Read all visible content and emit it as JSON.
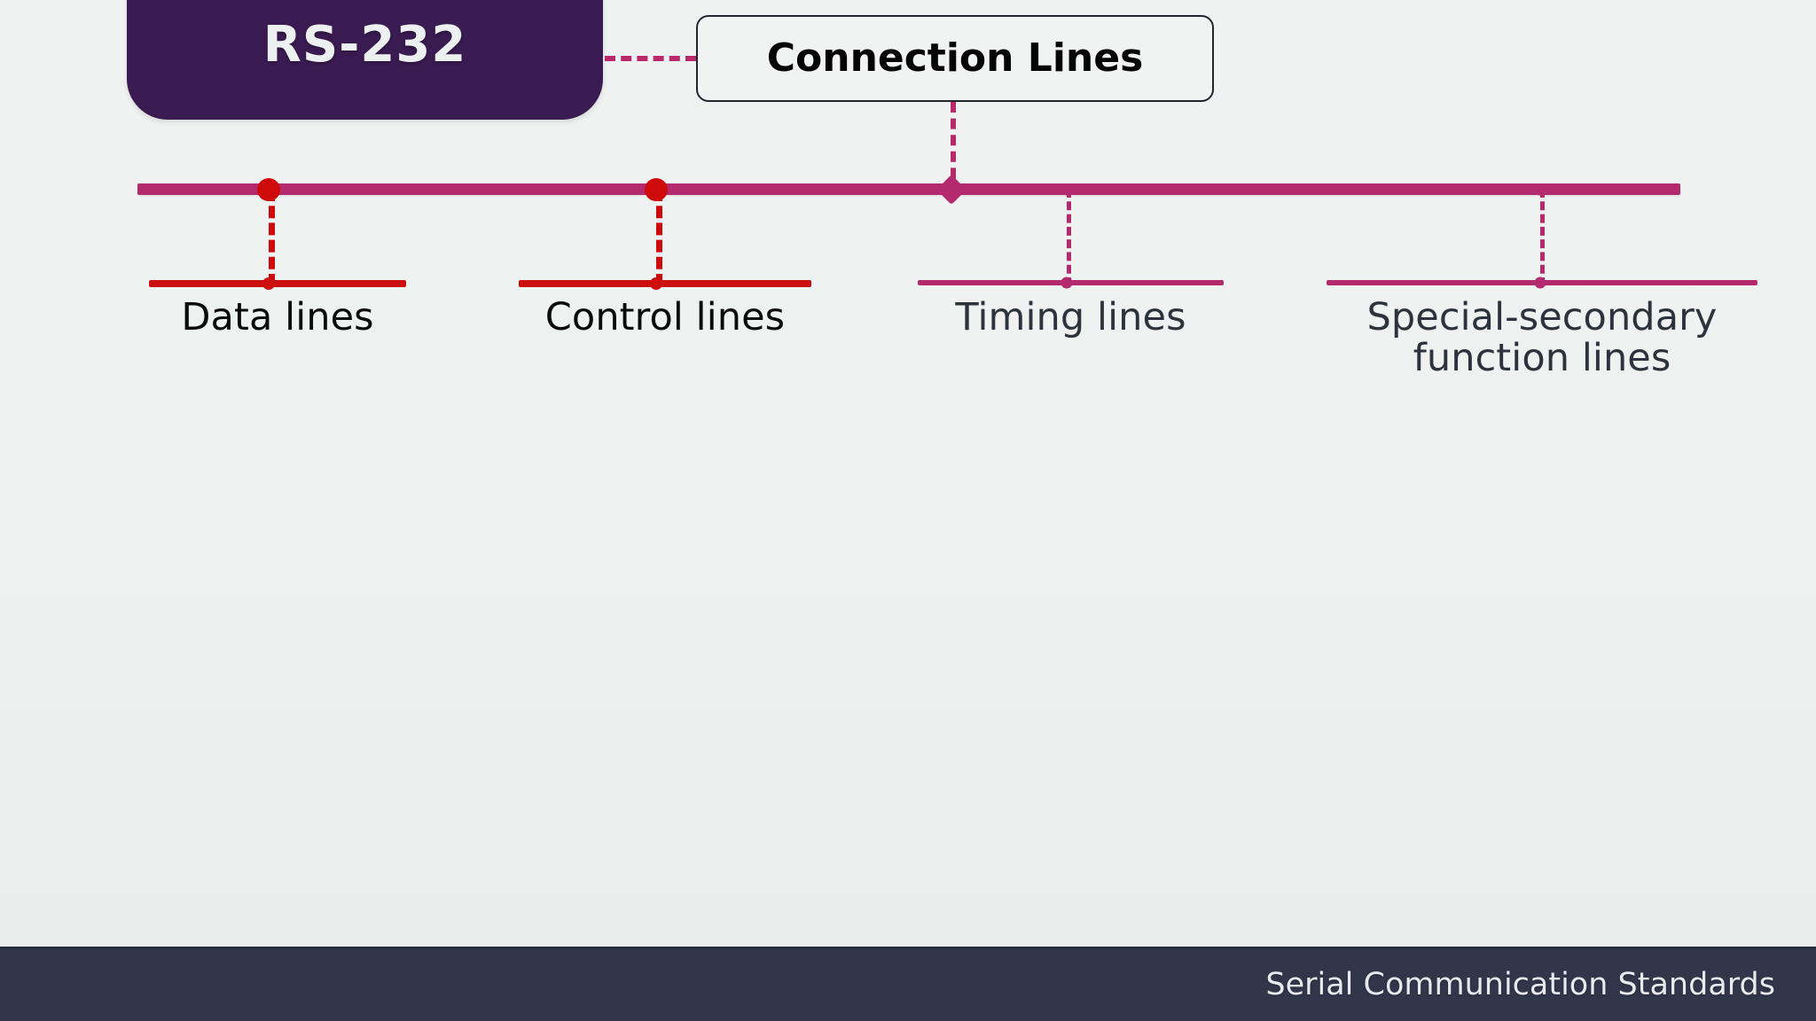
{
  "root": {
    "label": "RS-232",
    "background_color": "#3a1b52",
    "text_color": "#ecf0f1"
  },
  "topic": {
    "label": "Connection Lines",
    "border_color": "#22262c",
    "background_color": "#f1f3f2",
    "text_color": "#050505"
  },
  "spine": {
    "color": "#b32b6e"
  },
  "branches": [
    {
      "label": "Data lines",
      "node_type": "circle-large",
      "node_color": "#cf0a0a",
      "rule_color": "#cc1010",
      "label_color": "#0b0b0b"
    },
    {
      "label": "Control lines",
      "node_type": "circle-large",
      "node_color": "#cf0a0a",
      "rule_color": "#cc1010",
      "label_color": "#0b0b0b"
    },
    {
      "label": "Timing lines",
      "node_type": "circle-small",
      "node_color": "#b32b6e",
      "rule_color": "#b32b6e",
      "label_color": "#2c333d"
    },
    {
      "label": "Special-secondary function lines",
      "node_type": "circle-small",
      "node_color": "#b32b6e",
      "rule_color": "#b32b6e",
      "label_color": "#2c333d"
    }
  ],
  "footer": {
    "text": "Serial Communication Standards",
    "background_color": "#32364a",
    "text_color": "#e7eaee"
  }
}
